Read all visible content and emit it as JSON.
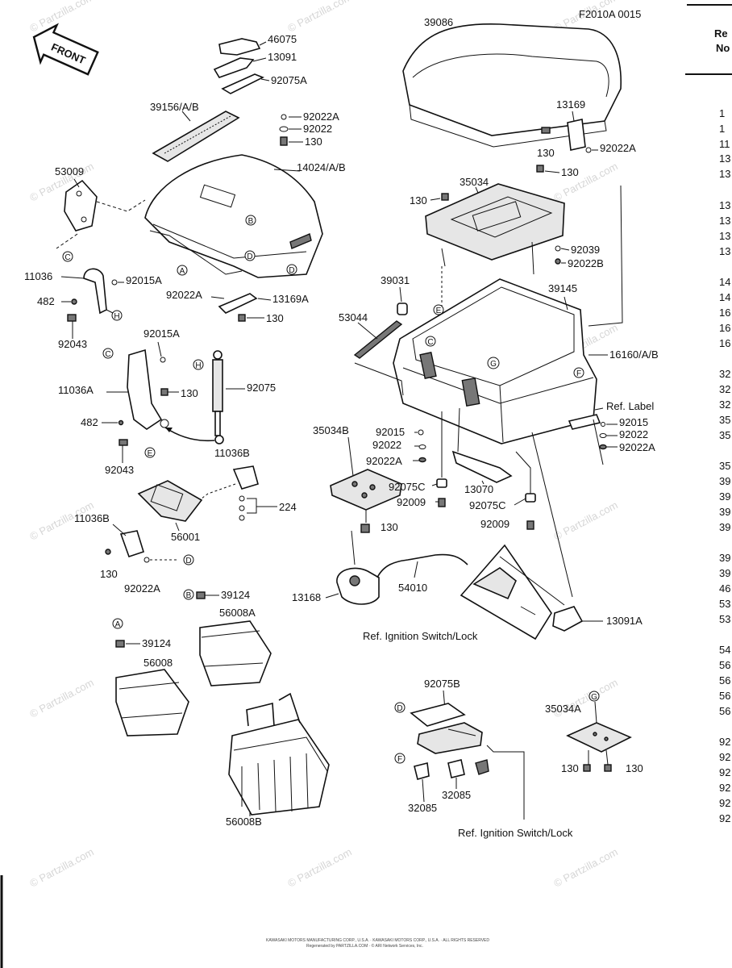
{
  "diagram": {
    "code": "F2010A 0015",
    "front_label": "FRONT",
    "ref_ignition_1": "Ref. Ignition Switch/Lock",
    "ref_ignition_2": "Ref. Ignition Switch/Lock",
    "ref_label": "Ref. Label",
    "footer_line1": "KAWASAKI MOTORS MANUFACTURING CORP., U.S.A. · KAWASAKI MOTORS CORP., U.S.A. · ALL RIGHTS RESERVED",
    "footer_line2": "Regenerated by PARTZILLA.COM · © ARI Network Services, Inc.",
    "watermark": "© Partzilla.com"
  },
  "sidebar": {
    "heading_line1": "Re",
    "heading_line2": "No",
    "rows": [
      "1",
      "1",
      "11",
      "13",
      "13",
      "13",
      "13",
      "13",
      "13",
      "14",
      "14",
      "16",
      "16",
      "16",
      "32",
      "32",
      "32",
      "35",
      "35",
      "35",
      "39",
      "39",
      "39",
      "39",
      "39",
      "39",
      "46",
      "53",
      "53",
      "54",
      "56",
      "56",
      "56",
      "56",
      "92",
      "92",
      "92",
      "92",
      "92",
      "92"
    ]
  },
  "parts": {
    "p46075": "46075",
    "p13091": "13091",
    "p92075A": "92075A",
    "p39156": "39156/A/B",
    "p92022A_1": "92022A",
    "p92022_1": "92022",
    "p130_1": "130",
    "p14024": "14024/A/B",
    "p53009": "53009",
    "p11036": "11036",
    "p92015A_1": "92015A",
    "p482_1": "482",
    "p92043_1": "92043",
    "p92022A_2": "92022A",
    "p13169A": "13169A",
    "p130_2": "130",
    "p92015A_2": "92015A",
    "p11036A": "11036A",
    "p130_3": "130",
    "p92075": "92075",
    "p482_2": "482",
    "p92043_2": "92043",
    "p11036B_1": "11036B",
    "p224": "224",
    "p11036B_2": "11036B",
    "p56001": "56001",
    "p130_4": "130",
    "p92022A_3": "92022A",
    "p39124_1": "39124",
    "p39124_2": "39124",
    "p56008A": "56008A",
    "p56008": "56008",
    "p56008B": "56008B",
    "p39086": "39086",
    "p13169": "13169",
    "p130_5": "130",
    "p92022A_4": "92022A",
    "p130_6": "130",
    "p130_7": "130",
    "p35034": "35034",
    "p92039": "92039",
    "p92022B": "92022B",
    "p39031": "39031",
    "p39145": "39145",
    "p53044": "53044",
    "p16160": "16160/A/B",
    "p92015_1": "92015",
    "p92022_2": "92022",
    "p92022A_5": "92022A",
    "p35034B": "35034B",
    "p92015_2": "92015",
    "p92022_3": "92022",
    "p92022A_6": "92022A",
    "p92075C_1": "92075C",
    "p92009_1": "92009",
    "p13070": "13070",
    "p92075C_2": "92075C",
    "p92009_2": "92009",
    "p130_8": "130",
    "p13168": "13168",
    "p54010": "54010",
    "p13091A": "13091A",
    "p92075B": "92075B",
    "p35034A": "35034A",
    "p130_9": "130",
    "p130_10": "130",
    "p32085_1": "32085",
    "p32085_2": "32085"
  },
  "callouts": {
    "A": "A",
    "B": "B",
    "C": "C",
    "D": "D",
    "E": "E",
    "F": "F",
    "G": "G",
    "H": "H"
  }
}
